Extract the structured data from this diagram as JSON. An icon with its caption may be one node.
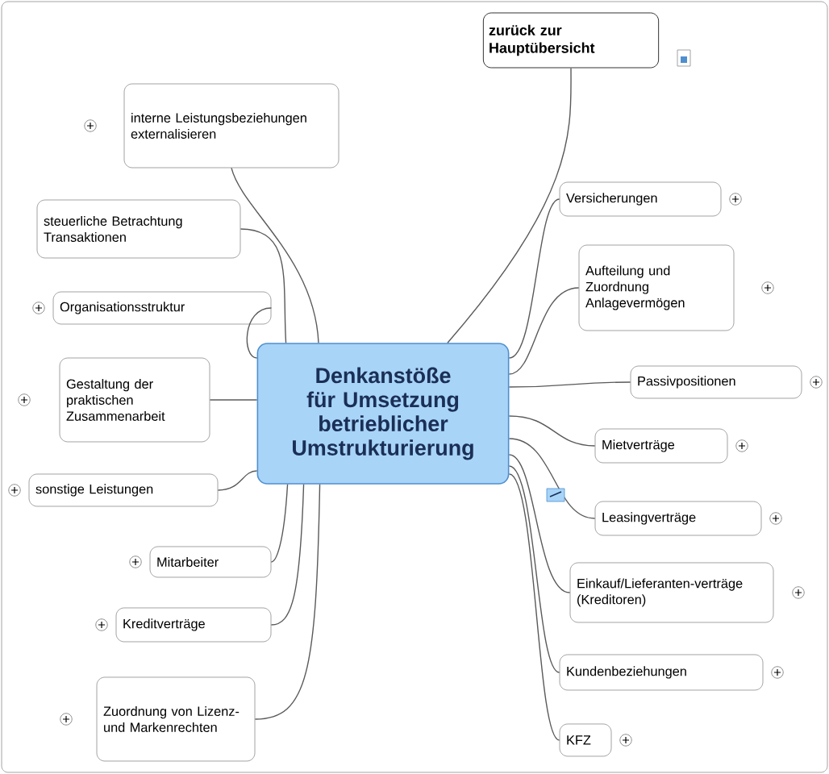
{
  "diagram": {
    "nodes": [
      {
        "text": [
          "Denkanstöße für Umsetzung betrieblicher Umstrukturierung"
        ]
      },
      {
        "text": [
          "zurück zur Hauptübersicht"
        ]
      },
      {
        "text": [
          "interne Leistungsbeziehungen externalisieren"
        ]
      },
      {
        "text": [
          "steuerliche Betrachtung Transaktionen"
        ]
      },
      {
        "text": [
          "Organisationsstruktur"
        ]
      },
      {
        "text": [
          "Gestaltung der praktischen Zusammenarbeit"
        ]
      },
      {
        "text": [
          "sonstige Leistungen"
        ]
      },
      {
        "text": [
          "Mitarbeiter"
        ]
      },
      {
        "text": [
          "Kreditverträge"
        ]
      },
      {
        "text": [
          "Zuordnung von Lizenz- und Markenrechten"
        ]
      },
      {
        "text": [
          "Versicherungen"
        ]
      },
      {
        "text": [
          "Aufteilung und Zuordnung Anlagevermögen"
        ]
      },
      {
        "text": [
          "Passivpositionen"
        ]
      },
      {
        "text": [
          "Mietverträge"
        ]
      },
      {
        "text": [
          "Leasingverträge"
        ]
      },
      {
        "text": [
          "Einkauf/Lieferanten-verträge (Kreditoren)"
        ]
      },
      {
        "text": [
          "Kundenbeziehungen"
        ]
      },
      {
        "text": [
          "KFZ"
        ]
      }
    ],
    "edges": [
      {
        "from": 0,
        "to": 1,
        "arrow": "none"
      },
      {
        "from": 0,
        "to": 2,
        "arrow": "none"
      },
      {
        "from": 0,
        "to": 3,
        "arrow": "none"
      },
      {
        "from": 0,
        "to": 4,
        "arrow": "none"
      },
      {
        "from": 0,
        "to": 5,
        "arrow": "none"
      },
      {
        "from": 0,
        "to": 6,
        "arrow": "none"
      },
      {
        "from": 0,
        "to": 7,
        "arrow": "none"
      },
      {
        "from": 0,
        "to": 8,
        "arrow": "none"
      },
      {
        "from": 0,
        "to": 9,
        "arrow": "none"
      },
      {
        "from": 0,
        "to": 10,
        "arrow": "none"
      },
      {
        "from": 0,
        "to": 11,
        "arrow": "none"
      },
      {
        "from": 0,
        "to": 12,
        "arrow": "none"
      },
      {
        "from": 0,
        "to": 13,
        "arrow": "none"
      },
      {
        "from": 0,
        "to": 14,
        "arrow": "none"
      },
      {
        "from": 0,
        "to": 15,
        "arrow": "none"
      },
      {
        "from": 0,
        "to": 16,
        "arrow": "none"
      },
      {
        "from": 0,
        "to": 17,
        "arrow": "none"
      }
    ]
  }
}
